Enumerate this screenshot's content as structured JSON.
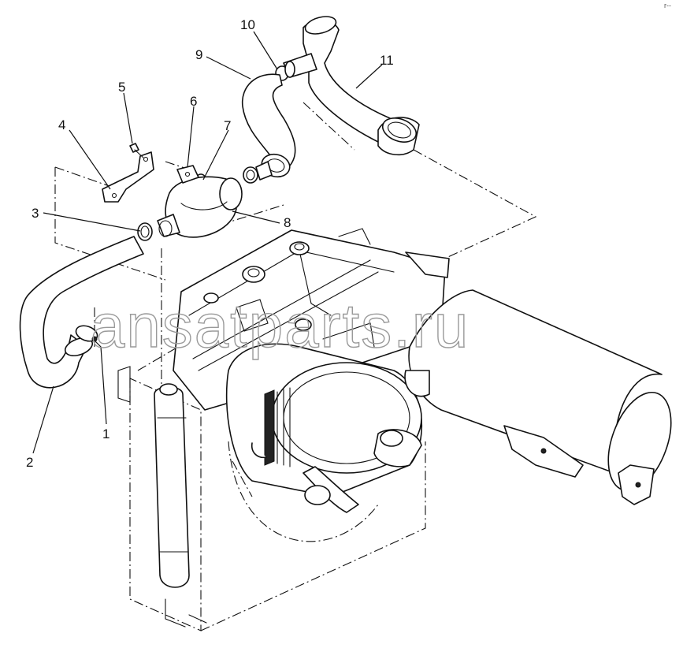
{
  "watermark": "ansatparts.ru",
  "corner_mark": "r--",
  "callouts": [
    "1",
    "2",
    "3",
    "4",
    "5",
    "6",
    "7",
    "8",
    "9",
    "10",
    "11"
  ],
  "colors": {
    "ink": "#111111",
    "paper": "#ffffff",
    "watermark": "#9a9a9a"
  }
}
